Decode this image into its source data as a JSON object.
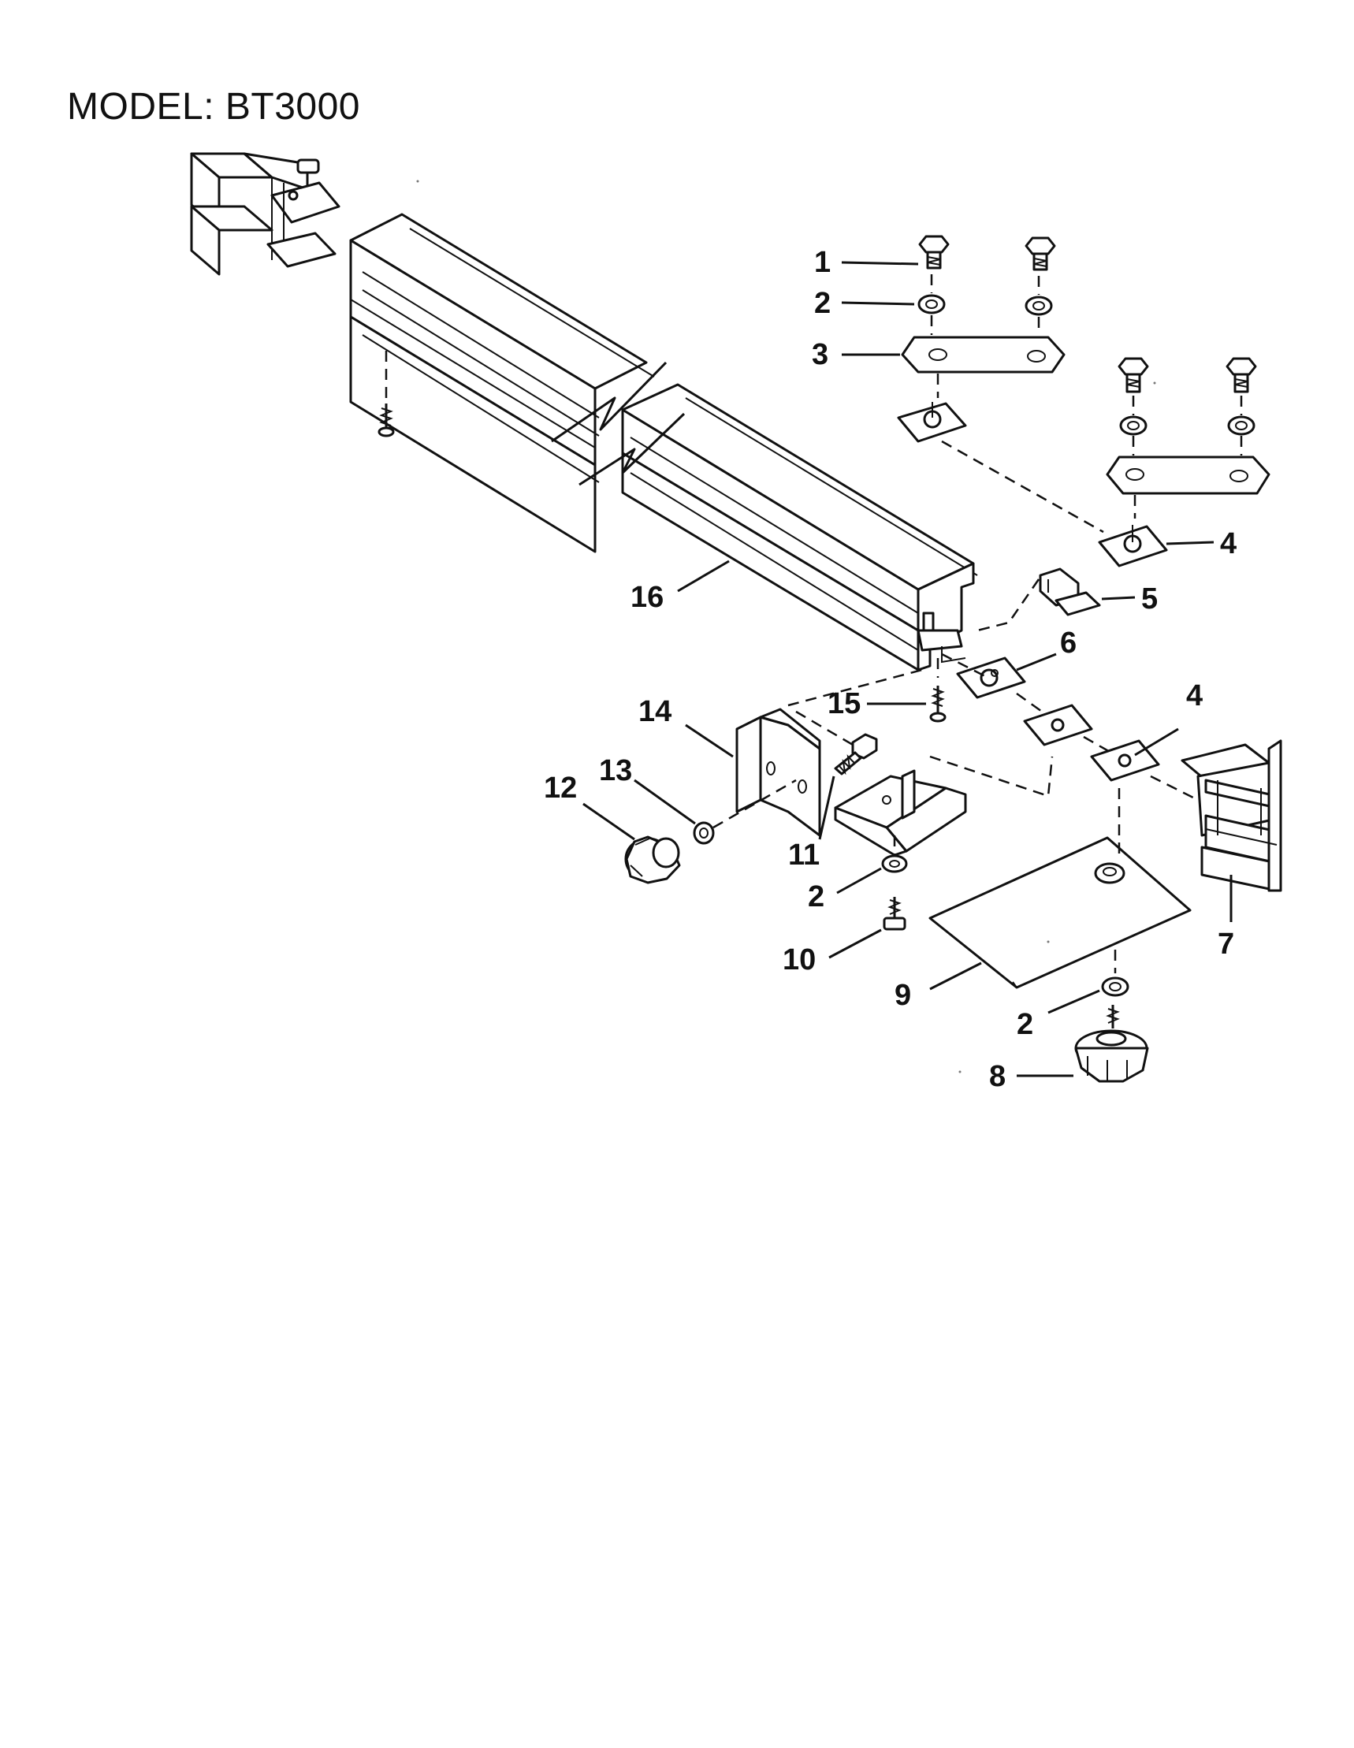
{
  "header": {
    "model_label": "MODEL: BT3000"
  },
  "callouts": [
    {
      "id": "c1",
      "label": "1"
    },
    {
      "id": "c2a",
      "label": "2"
    },
    {
      "id": "c3",
      "label": "3"
    },
    {
      "id": "c4a",
      "label": "4"
    },
    {
      "id": "c5",
      "label": "5"
    },
    {
      "id": "c16",
      "label": "16"
    },
    {
      "id": "c6",
      "label": "6"
    },
    {
      "id": "c15",
      "label": "15"
    },
    {
      "id": "c4b",
      "label": "4"
    },
    {
      "id": "c14",
      "label": "14"
    },
    {
      "id": "c13",
      "label": "13"
    },
    {
      "id": "c12",
      "label": "12"
    },
    {
      "id": "c11",
      "label": "11"
    },
    {
      "id": "c2b",
      "label": "2"
    },
    {
      "id": "c10",
      "label": "10"
    },
    {
      "id": "c9",
      "label": "9"
    },
    {
      "id": "c7",
      "label": "7"
    },
    {
      "id": "c2c",
      "label": "2"
    },
    {
      "id": "c8",
      "label": "8"
    }
  ],
  "colors": {
    "ink": "#111111",
    "paper": "#ffffff"
  }
}
